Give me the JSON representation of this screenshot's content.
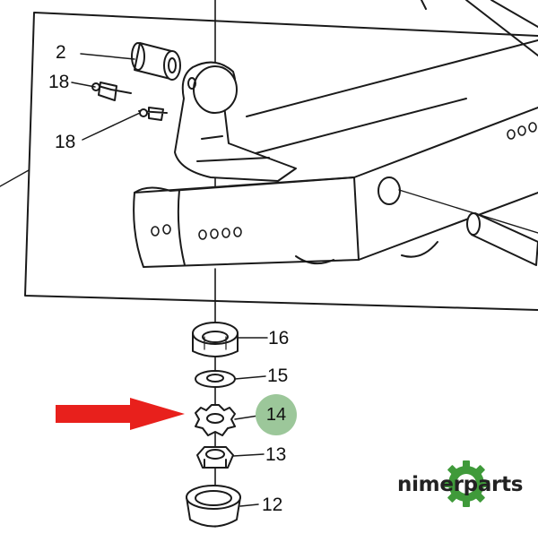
{
  "diagram": {
    "callouts": [
      {
        "id": "2",
        "label": "2"
      },
      {
        "id": "18a",
        "label": "18"
      },
      {
        "id": "18b",
        "label": "18"
      },
      {
        "id": "16",
        "label": "16"
      },
      {
        "id": "15",
        "label": "15"
      },
      {
        "id": "14",
        "label": "14",
        "highlighted": true
      },
      {
        "id": "13",
        "label": "13"
      },
      {
        "id": "12",
        "label": "12"
      }
    ],
    "arrow_color": "#e8201c",
    "highlight_color": "#9cc79a"
  },
  "brand": {
    "name": "nimerparts",
    "gear_color": "#3f9a3a"
  }
}
